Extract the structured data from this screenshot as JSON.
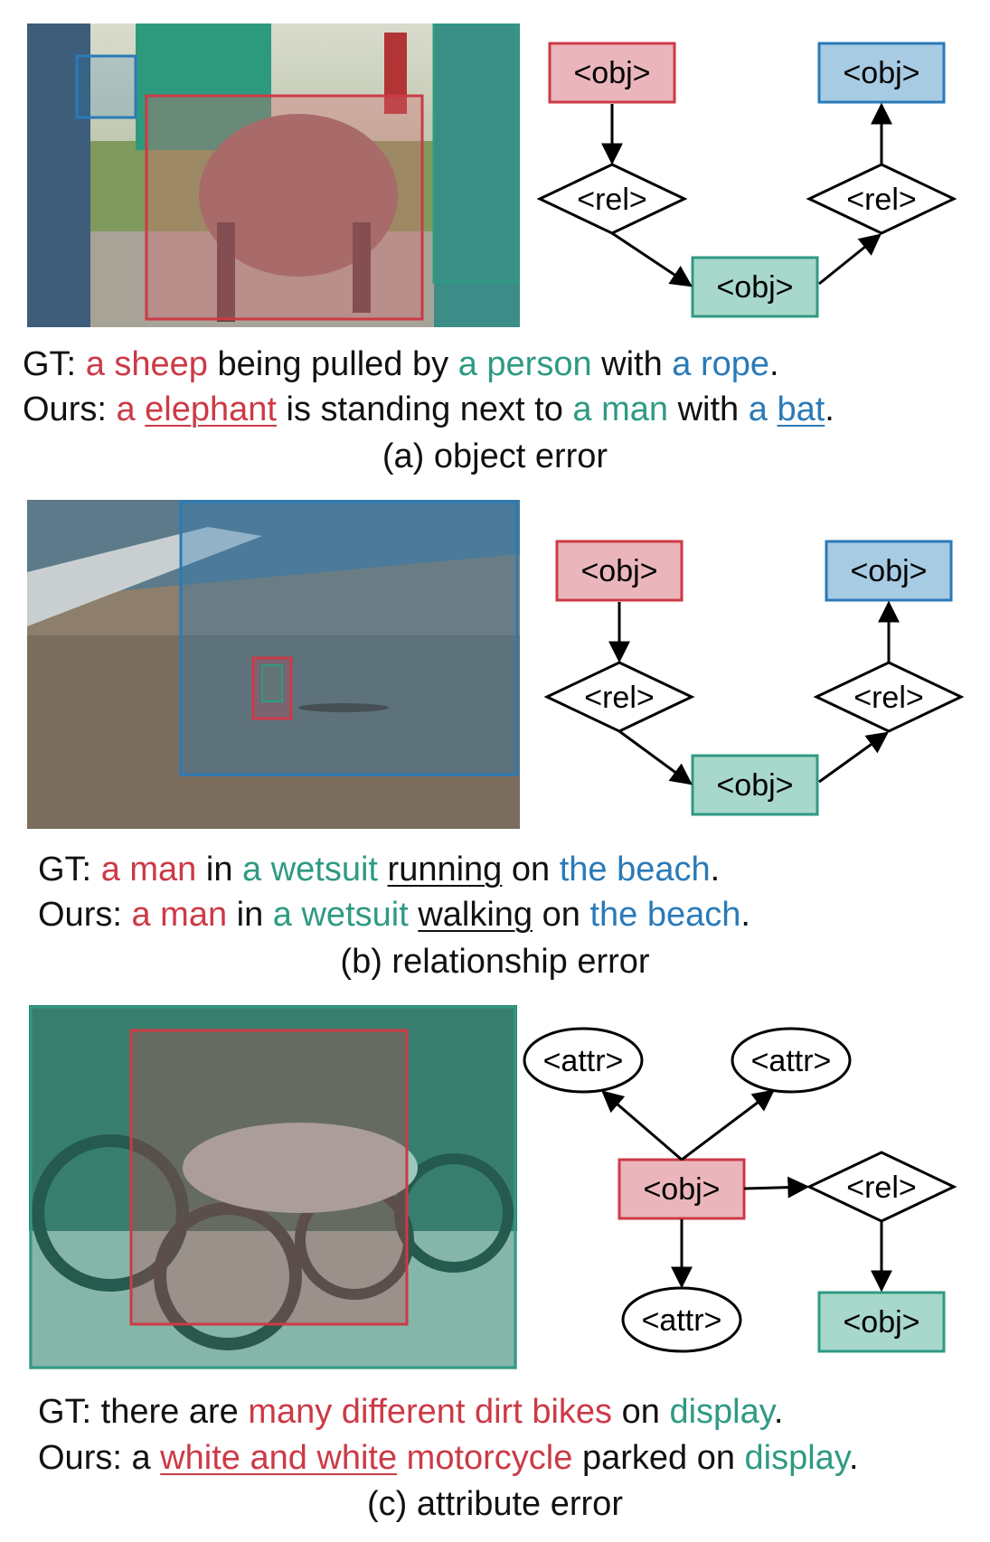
{
  "panels": [
    {
      "id": "a",
      "node_labels": {
        "obj": "<obj>",
        "rel": "<rel>"
      },
      "gt": {
        "prefix": "GT:",
        "s1": "a sheep",
        "w1": "being pulled by",
        "s2": "a person",
        "w2": "with",
        "s3": "a rope",
        "end": "."
      },
      "ours": {
        "prefix": "Ours:",
        "s1a": "a",
        "s1b": "elephant",
        "w1": "is standing next to",
        "s2": "a man",
        "w2": "with",
        "s3a": "a",
        "s3b": "bat",
        "end": "."
      },
      "title": "(a) object error"
    },
    {
      "id": "b",
      "node_labels": {
        "obj": "<obj>",
        "rel": "<rel>"
      },
      "gt": {
        "prefix": "GT:",
        "s1": "a man",
        "w1": "in",
        "s2": "a wetsuit",
        "verb": "running",
        "w2": "on",
        "s3": "the beach",
        "end": "."
      },
      "ours": {
        "prefix": "Ours:",
        "s1": "a man",
        "w1": "in",
        "s2": "a wetsuit",
        "verb": "walking",
        "w2": "on",
        "s3": "the beach",
        "end": "."
      },
      "title": "(b) relationship error"
    },
    {
      "id": "c",
      "node_labels": {
        "obj": "<obj>",
        "rel": "<rel>",
        "attr": "<attr>"
      },
      "gt": {
        "prefix": "GT: there are",
        "s1": "many different dirt bikes",
        "w1": "on",
        "s2": "display",
        "end": "."
      },
      "ours": {
        "prefix": "Ours: a",
        "s1u": "white and white",
        "s1": "motorcycle",
        "w1": "parked on",
        "s2": "display",
        "end": "."
      },
      "title": "(c) attribute error"
    }
  ],
  "colors": {
    "red_box": "#cc3a46",
    "red_fill": "#eab6bc",
    "green_box": "#2f9a83",
    "green_fill": "#a8d8cb",
    "blue_box": "#2a7ab8",
    "blue_fill": "#a8cbe4"
  }
}
